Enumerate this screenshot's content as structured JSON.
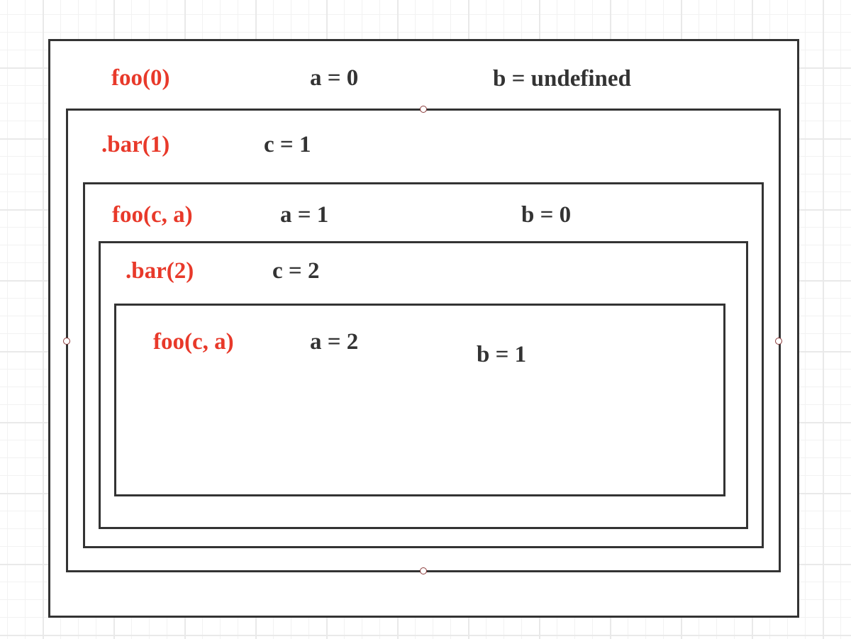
{
  "colors": {
    "frame_label": "#e8392a",
    "var_text": "#333333"
  },
  "frames": [
    {
      "label": "foo(0)",
      "vars": [
        "a = 0",
        "b = undefined"
      ]
    },
    {
      "label": ".bar(1)",
      "vars": [
        "c = 1"
      ]
    },
    {
      "label": "foo(c, a)",
      "vars": [
        "a = 1",
        "b = 0"
      ]
    },
    {
      "label": ".bar(2)",
      "vars": [
        "c = 2"
      ]
    },
    {
      "label": "foo(c, a)",
      "vars": [
        "a = 2",
        "b = 1"
      ]
    }
  ]
}
